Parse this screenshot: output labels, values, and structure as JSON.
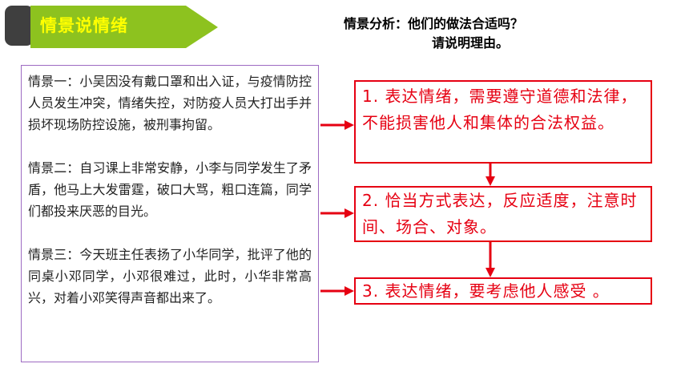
{
  "title": "情景说情绪",
  "question": {
    "line1": "情景分析：他们的做法合适吗？",
    "line2": "请说明理由。"
  },
  "scenarios": [
    "情景一：小吴因没有戴口罩和出入证，与疫情防控人员发生冲突，情绪失控，对防疫人员大打出手并损坏现场防控设施，被刑事拘留。",
    "情景二：自习课上非常安静，小李与同学发生了矛盾，他马上大发雷霆，破口大骂，粗口连篇，同学们都投来厌恶的目光。",
    "情景三：今天班主任表扬了小华同学，批评了他的同桌小邓同学，小邓很难过，此时，小华非常高兴，对着小邓笑得声音都出来了。"
  ],
  "points": [
    "1. 表达情绪，需要遵守道德和法律，不能损害他人和集体的合法权益。",
    "2. 恰当方式表达，反应适度，注意时间、场合、对象。",
    "3. 表达情绪，要考虑他人感受 。"
  ],
  "colors": {
    "banner_green": "#8dc21f",
    "banner_dark": "#3f3f3f",
    "title_yellow": "#ffff00",
    "accent_red": "#e60012",
    "panel_border": "#9d6bc2"
  }
}
